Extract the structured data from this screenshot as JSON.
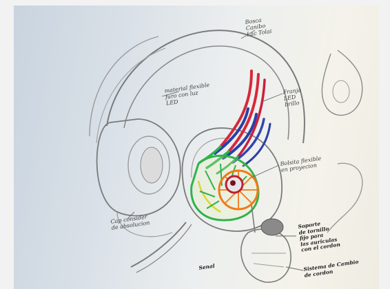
{
  "image": {
    "description_visible": "pencil sketch of a headphone concept with colored pencil detailing",
    "background_color": "#f2f2f2",
    "colors": {
      "pencil": "#7a7a7a",
      "red": "#d8283a",
      "blue": "#2a3fa6",
      "green": "#2fb34a",
      "yellow": "#d9d92b",
      "orange": "#f07a18"
    }
  },
  "annotations": {
    "top_right": "Bosca\nCanibo\nLac Tolai",
    "left_upper": "material flexible\nfuro con luz\nLED",
    "right_upper": "Franja\nLED\nbrillo",
    "middle_right": "Bolsita flexible\nen proyecion",
    "left_lower": "Cap consider\nde absolucion",
    "bottom_right": "Soporte\nde tornillo\nfijo para\nlas auriculas\ncon el cordon",
    "bottom_right_lower": "Sistema de Cambio\nde cordon",
    "bottom_center": "Senal"
  }
}
